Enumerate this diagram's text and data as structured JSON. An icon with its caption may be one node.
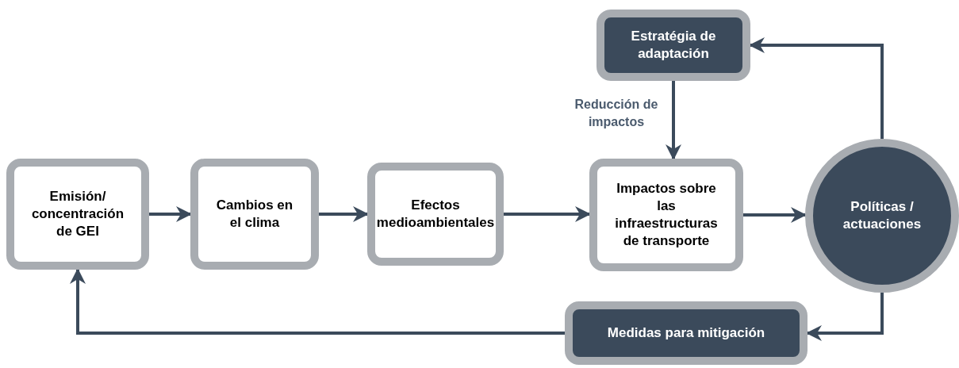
{
  "diagram": {
    "nodes": [
      {
        "text": [
          "Emisión/ concentración de GEI"
        ]
      },
      {
        "text": [
          "Cambios en el clima"
        ]
      },
      {
        "text": [
          "Efectos medioambientales"
        ]
      },
      {
        "text": [
          "Impactos sobre las infraestructuras de transporte"
        ]
      },
      {
        "text": [
          "Estratégia de adaptación"
        ]
      },
      {
        "text": [
          "Políticas / actuaciones"
        ]
      },
      {
        "text": [
          "Medidas para mitigación"
        ]
      }
    ],
    "edges": [
      {
        "from": 0,
        "to": 1,
        "arrow": "to"
      },
      {
        "from": 1,
        "to": 2,
        "arrow": "to"
      },
      {
        "from": 2,
        "to": 3,
        "arrow": "to"
      },
      {
        "from": 3,
        "to": 5,
        "arrow": "to"
      },
      {
        "from": 4,
        "to": 3,
        "arrow": "to",
        "label": "Reducción de impactos"
      },
      {
        "from": 5,
        "to": 4,
        "arrow": "to"
      },
      {
        "from": 5,
        "to": 6,
        "arrow": "to"
      },
      {
        "from": 6,
        "to": 0,
        "arrow": "to"
      }
    ]
  }
}
